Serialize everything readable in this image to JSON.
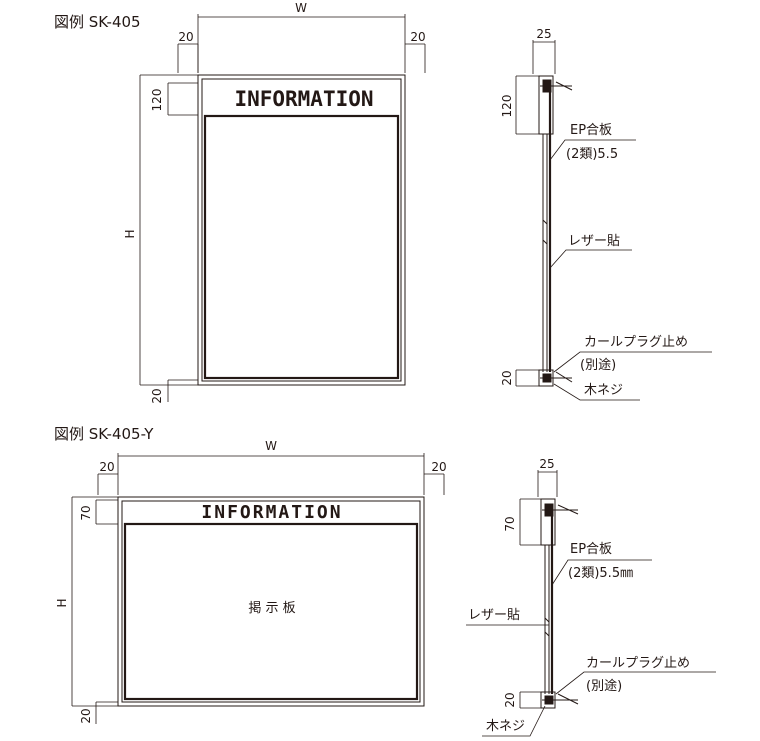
{
  "figure1": {
    "title": "図例 SK-405",
    "sign_text": "INFORMATION",
    "dims": {
      "width": "W",
      "height": "H",
      "left_margin": "20",
      "right_margin": "20",
      "header": "120",
      "bottom_margin": "20"
    },
    "side": {
      "depth": "25",
      "header": "120",
      "bottom": "20",
      "label_board": "EP合板",
      "label_board_spec": "(2類)5.5",
      "label_leather": "レザー貼",
      "label_plug": "カールプラグ止め",
      "label_plug_note": "(別途)",
      "label_screw": "木ネジ"
    }
  },
  "figure2": {
    "title": "図例 SK-405-Y",
    "sign_text": "INFORMATION",
    "board_text": "掲 示 板",
    "dims": {
      "width": "W",
      "height": "H",
      "left_margin": "20",
      "right_margin": "20",
      "header": "70",
      "bottom_margin": "20"
    },
    "side": {
      "depth": "25",
      "header": "70",
      "bottom": "20",
      "label_board": "EP合板",
      "label_board_spec": "(2類)5.5㎜",
      "label_leather": "レザー貼",
      "label_plug": "カールプラグ止め",
      "label_plug_note": "(別途)",
      "label_screw": "木ネジ"
    }
  }
}
